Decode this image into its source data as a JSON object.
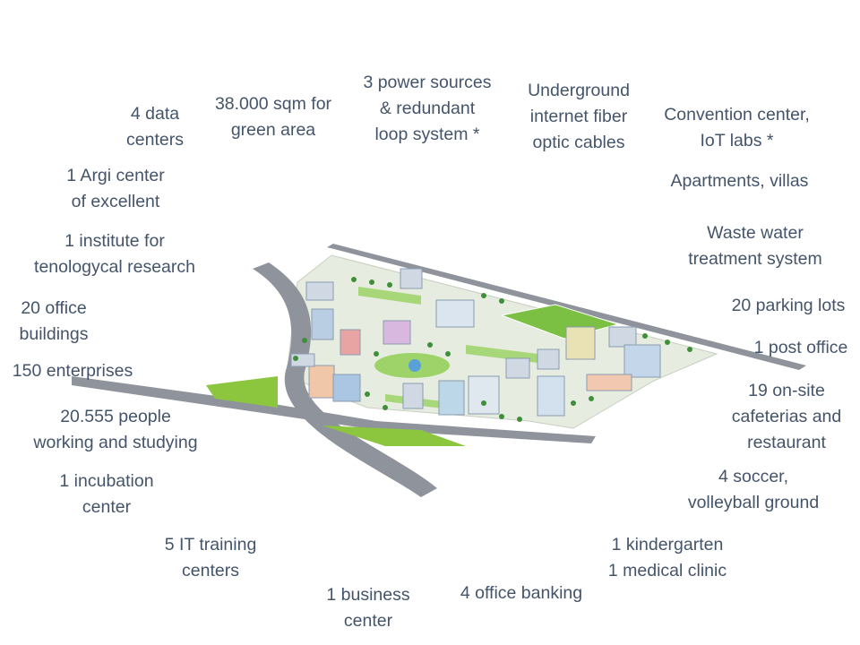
{
  "labels": {
    "data_centers": [
      "4 data",
      "centers"
    ],
    "green_area": [
      "38.000 sqm for",
      "green area"
    ],
    "power": [
      "3 power sources",
      "& redundant",
      "loop system *"
    ],
    "fiber": [
      "Underground",
      "internet fiber",
      "optic cables"
    ],
    "convention": [
      "Convention center,",
      "IoT labs *"
    ],
    "agri": [
      "1 Argi center",
      "of excellent"
    ],
    "apartments": [
      "Apartments, villas"
    ],
    "institute": [
      "1 institute for",
      "tenologycal research"
    ],
    "waste_water": [
      "Waste water",
      "treatment system"
    ],
    "office_buildings": [
      "20 office",
      "buildings"
    ],
    "parking": [
      "20 parking lots"
    ],
    "post_office": [
      "1 post office"
    ],
    "enterprises": [
      "150 enterprises"
    ],
    "cafeterias": [
      "19 on-site",
      "cafeterias and",
      "restaurant"
    ],
    "people": [
      "20.555 people",
      "working and studying"
    ],
    "incubation": [
      "1 incubation",
      "center"
    ],
    "soccer": [
      "4 soccer,",
      "volleyball ground"
    ],
    "it_training": [
      "5 IT training",
      "centers"
    ],
    "kindergarten": [
      "1 kindergarten",
      "1 medical clinic"
    ],
    "business": [
      "1 business",
      "center"
    ],
    "banking": [
      "4 office banking"
    ]
  },
  "colors": {
    "text": "#44546a",
    "road": "#8a8f97",
    "grass": "#8cc63f",
    "ground": "#e9ede4",
    "building": "#cfd8e3"
  }
}
